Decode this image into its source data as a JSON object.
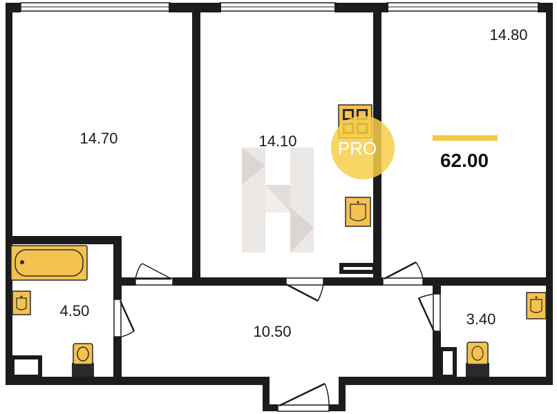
{
  "rooms": {
    "bedroom_left": "14.70",
    "bedroom_middle": "14.10",
    "living_right": "14.80",
    "bathroom": "4.50",
    "hallway": "10.50",
    "toilet": "3.40"
  },
  "total_area": "62.00",
  "badge": {
    "text": "PRO",
    "icon": "grid-window-icon"
  },
  "watermark": "H",
  "colors": {
    "wall": "#1c1c1c",
    "fixture": "#f3c24f",
    "fixture_stroke": "#2a2a2a",
    "accent": "#f5c842",
    "badge": "#f7cf4a",
    "watermark": "#cfc8c4"
  }
}
